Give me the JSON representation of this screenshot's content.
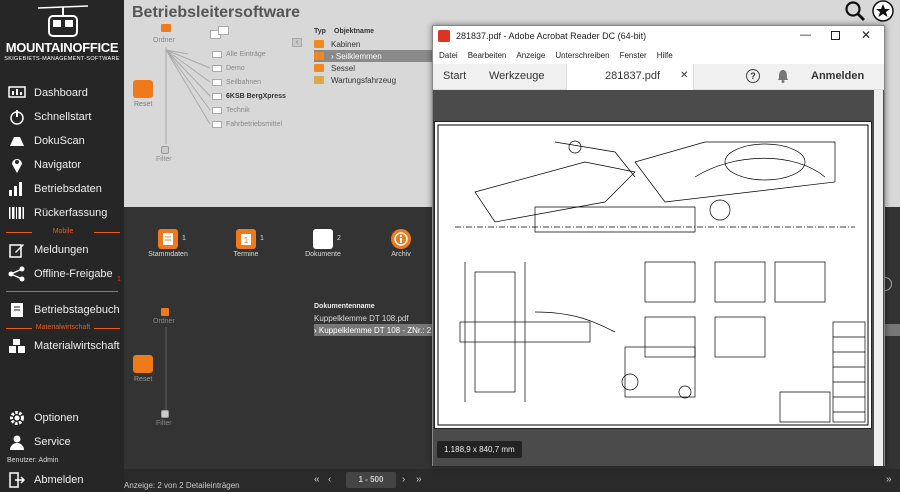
{
  "app": {
    "brand": "MOUNTAINOFFICE",
    "brand_sub": "SKIGEBIETS-MANAGEMENT-SOFTWARE",
    "page_title": "Betriebsleitersoftware"
  },
  "sidebar": {
    "items": [
      {
        "label": "Dashboard",
        "icon": "dashboard-icon"
      },
      {
        "label": "Schnellstart",
        "icon": "power-icon"
      },
      {
        "label": "DokuScan",
        "icon": "scanner-icon"
      },
      {
        "label": "Navigator",
        "icon": "map-pin-icon"
      },
      {
        "label": "Betriebsdaten",
        "icon": "bar-chart-icon"
      },
      {
        "label": "Rückerfassung",
        "icon": "barcode-icon"
      },
      {
        "label": "Meldungen",
        "icon": "edit-icon"
      },
      {
        "label": "Offline-Freigabe",
        "icon": "share-icon"
      },
      {
        "label": "Betriebstagebuch",
        "icon": "book-icon"
      },
      {
        "label": "Materialwirtschaft",
        "icon": "boxes-icon"
      },
      {
        "label": "Optionen",
        "icon": "gear-icon"
      },
      {
        "label": "Service",
        "icon": "person-icon"
      },
      {
        "label": "Abmelden",
        "icon": "logout-icon"
      }
    ],
    "section_mobile": "Mobile",
    "section_material": "Materialwirtschaft",
    "offline_badge": "1",
    "user_label": "Benutzer: Admin"
  },
  "top": {
    "tree_order": "Ordner",
    "tree_reset": "Reset",
    "tree_filter": "Filter",
    "folders": [
      "Alle Einträge",
      "Demo",
      "Seilbahnen",
      "6KSB BergXpress",
      "Technik",
      "Fahrbetriebsmittel"
    ],
    "col_typ": "Typ",
    "col_name": "Objektname",
    "objects": [
      "Kabinen",
      "› Seilklemmen",
      "Sessel",
      "Wartungsfahrzeug"
    ]
  },
  "bottom": {
    "tabs": [
      {
        "label": "Stammdaten",
        "count": "1"
      },
      {
        "label": "Termine",
        "count": "1"
      },
      {
        "label": "Dokumente",
        "count": "2"
      },
      {
        "label": "Archiv",
        "count": ""
      }
    ],
    "tree_order": "Ordner",
    "tree_reset": "Reset",
    "tree_filter": "Filter",
    "doc_header": "Dokumentenname",
    "docs": [
      "Kuppelklemme DT 108.pdf",
      "› Kuppelklemme DT 108 - ZNr.: 2"
    ]
  },
  "status": {
    "text": "Anzeige: 2 von 2 Detaileinträgen",
    "pager": "1 - 500"
  },
  "acrobat": {
    "title": "281837.pdf - Adobe Acrobat Reader DC (64-bit)",
    "menu": [
      "Datei",
      "Bearbeiten",
      "Anzeige",
      "Unterschreiben",
      "Fenster",
      "Hilfe"
    ],
    "tab_start": "Start",
    "tab_tools": "Werkzeuge",
    "tab_doc": "281837.pdf",
    "sign_in": "Anmelden",
    "dimensions": "1.188,9 x 840,7 mm"
  },
  "colors": {
    "accent": "#f07a1a",
    "sidebar": "#262626"
  }
}
